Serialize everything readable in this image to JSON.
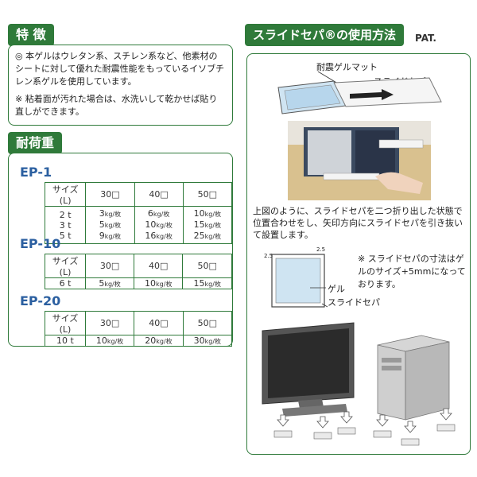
{
  "features": {
    "title": "特 徴",
    "items": [
      "◎ 本ゲルはウレタン系、スチレン系など、他素材のシートに対して優れた耐震性能をもっているイソブチレン系ゲルを使用しています。",
      "※ 粘着面が汚れた場合は、水洗いして乾かせば貼り直しができます。"
    ]
  },
  "load": {
    "title": "耐荷重",
    "header": [
      "サイズ(L)",
      "30□",
      "40□",
      "50□"
    ],
    "unit": "kg/枚",
    "models": [
      {
        "name": "EP-1",
        "rows": [
          {
            "load": "2 t",
            "values": [
              "3",
              "6",
              "10"
            ]
          },
          {
            "load": "3 t",
            "values": [
              "5",
              "10",
              "15"
            ]
          },
          {
            "load": "5 t",
            "values": [
              "9",
              "16",
              "25"
            ]
          }
        ]
      },
      {
        "name": "EP-10",
        "rows": [
          {
            "load": "6 t",
            "values": [
              "5",
              "10",
              "15"
            ]
          }
        ]
      },
      {
        "name": "EP-20",
        "rows": [
          {
            "load": "10 t",
            "values": [
              "10",
              "20",
              "30"
            ]
          }
        ]
      }
    ]
  },
  "slide": {
    "title": "スライドセパ®の使用方法",
    "pat": "PAT.",
    "label_mat": "耐震ゲルマット",
    "label_sepa": "スライドセパ",
    "description": "上図のように、スライドセパを二つ折り出した状態で位置合わせをし、矢印方向にスライドセパを引き抜いて設置します。",
    "diagram_gel": "ゲル",
    "diagram_sepa": "スライドセパ",
    "dim_top": "2.5",
    "dim_left": "2.5",
    "note": "※ スライドセパの寸法はゲルのサイズ+5mmになっております。"
  },
  "colors": {
    "accent": "#2f7a3a",
    "model": "#2b5fa0"
  }
}
